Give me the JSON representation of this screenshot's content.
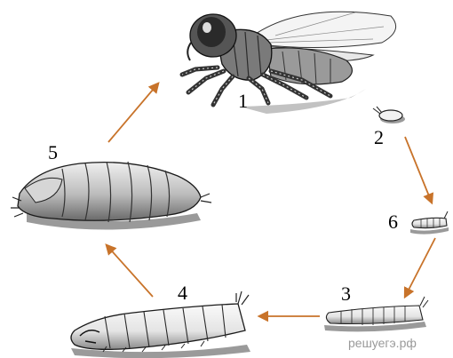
{
  "stage_labels": {
    "adult": "1",
    "egg": "2",
    "larva_small": "6",
    "larva_medium": "3",
    "larva_large": "4",
    "pupa": "5"
  },
  "watermark": "решуегэ.рф",
  "colors": {
    "arrow": "#c8732a",
    "outline": "#1a1a1a",
    "shadow": "#9a9a9a",
    "body_light": "#f2f2f2",
    "body_mid": "#bdbdbd",
    "body_dark": "#555555"
  }
}
